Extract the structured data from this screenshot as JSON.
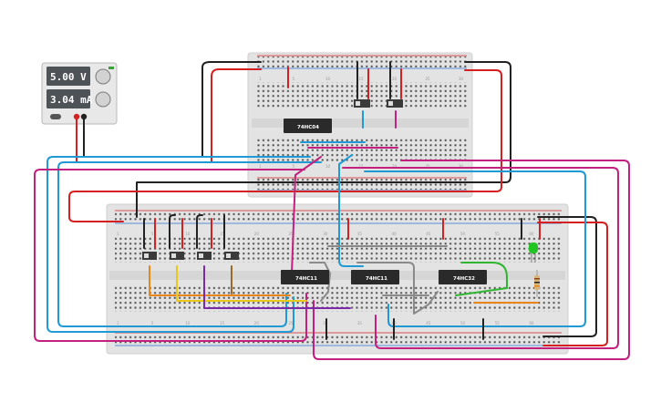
{
  "power_supply": {
    "voltage": "5.00 V",
    "current": "3.04 mA",
    "panel_color": "#4e5358"
  },
  "chips": [
    {
      "id": "u1",
      "label": "74HC04"
    },
    {
      "id": "u2",
      "label": "74HC11"
    },
    {
      "id": "u3",
      "label": "74HC11"
    },
    {
      "id": "u4",
      "label": "74HC32"
    }
  ],
  "breadboards": {
    "top": {
      "columns": [
        "1",
        "5",
        "10",
        "15",
        "20",
        "25",
        "30"
      ]
    },
    "bottom": {
      "columns": [
        "1",
        "5",
        "10",
        "15",
        "20",
        "25",
        "30",
        "35",
        "40",
        "45",
        "50",
        "55",
        "60"
      ]
    }
  },
  "led": {
    "color": "#22c422"
  },
  "wire_colors": {
    "positive": "#d42020",
    "ground": "#222222",
    "blue": "#1f9ad4",
    "magenta": "#c2217f",
    "orange": "#e8861a",
    "yellow": "#e8c81a",
    "purple": "#7a2aa8",
    "brown": "#9a6a2a",
    "green": "#2fb52f",
    "gray": "#8a8a8a"
  }
}
